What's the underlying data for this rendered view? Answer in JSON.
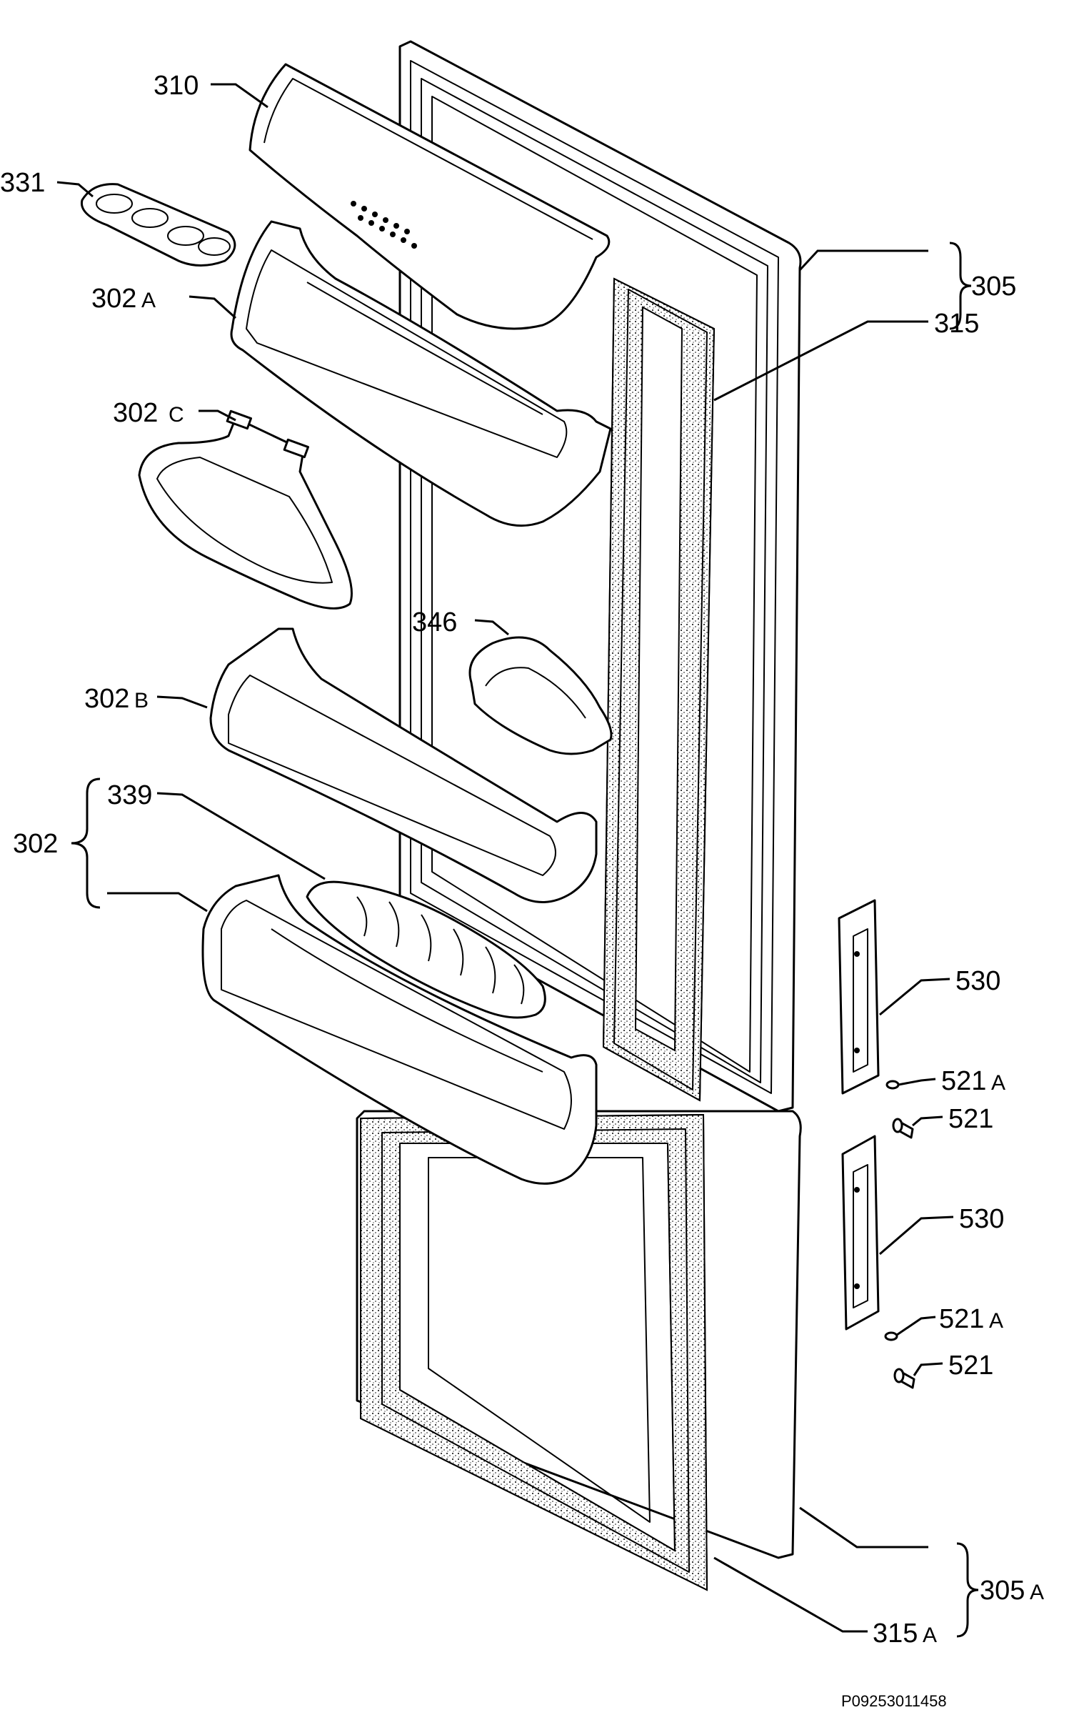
{
  "diagram": {
    "labels": {
      "p310": "310",
      "p331": "331",
      "p302a": "302",
      "p302a_sub": "A",
      "p302c": "302",
      "p302c_sub": "C",
      "p346": "346",
      "p302b": "302",
      "p302b_sub": "B",
      "p339": "339",
      "p302": "302",
      "p305": "305",
      "p315": "315",
      "p530_top": "530",
      "p521a_top": "521",
      "p521a_top_sub": "A",
      "p521_top": "521",
      "p530_bottom": "530",
      "p521a_bottom": "521",
      "p521a_bottom_sub": "A",
      "p521_bottom": "521",
      "p305a": "305",
      "p305a_sub": "A",
      "p315a": "315",
      "p315a_sub": "A"
    },
    "reference_code": "P09253011458"
  }
}
